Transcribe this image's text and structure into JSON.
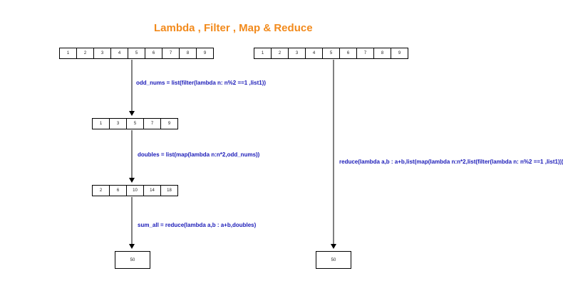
{
  "title": "Lambda , Filter , Map & Reduce",
  "list1": [
    "1",
    "2",
    "3",
    "4",
    "5",
    "6",
    "7",
    "8",
    "9"
  ],
  "list1_right": [
    "1",
    "2",
    "3",
    "4",
    "5",
    "6",
    "7",
    "8",
    "9"
  ],
  "odd_nums": [
    "1",
    "3",
    "5",
    "7",
    "9"
  ],
  "doubles": [
    "2",
    "6",
    "10",
    "14",
    "18"
  ],
  "ops": {
    "filter": "odd_nums = list(filter(lambda n: n%2 ==1 ,list1))",
    "map": "doubles = list(map(lambda n:n*2,odd_nums))",
    "reduce": "sum_all = reduce(lambda a,b : a+b,doubles)",
    "combined": "reduce(lambda a,b : a+b,list(map(lambda n:n*2,list(filter(lambda n: n%2 ==1 ,list1)))))"
  },
  "result_left": "50",
  "result_right": "50",
  "colors": {
    "title": "#f28a1c",
    "code": "#1a1ab8"
  }
}
